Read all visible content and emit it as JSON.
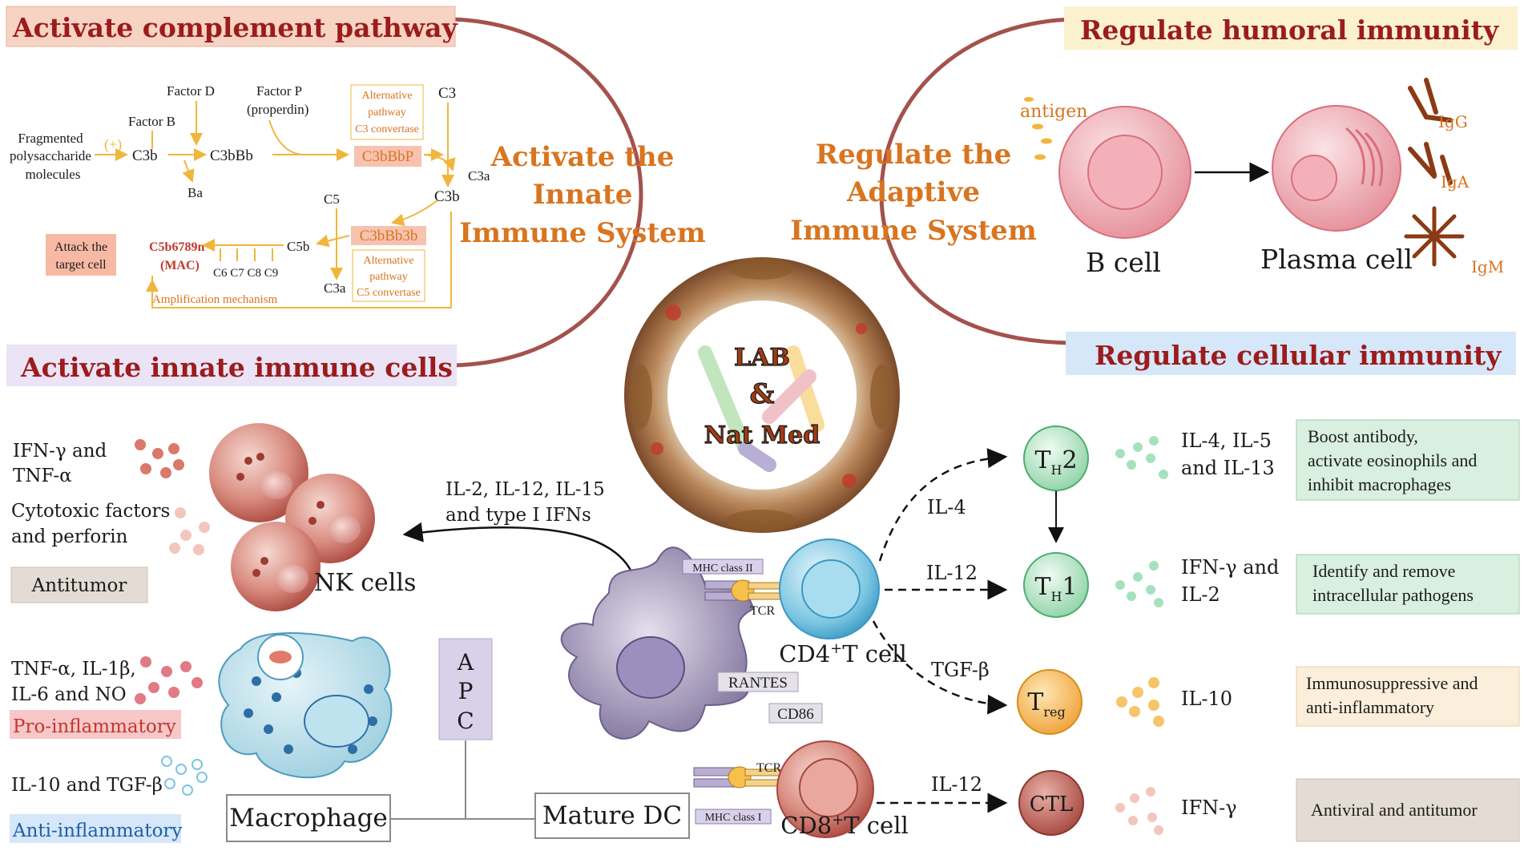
{
  "sections": {
    "complement_title": "Activate complement pathway",
    "humoral_title": "Regulate  humoral immunity",
    "innate_cells_title": "Activate innate immune cells",
    "cellular_title": "Regulate cellular immunity"
  },
  "center": {
    "innate_line1": "Activate the",
    "innate_line2": "Innate",
    "innate_line3": "Immune System",
    "adaptive_line1": "Regulate the",
    "adaptive_line2": "Adaptive",
    "adaptive_line3": "Immune System",
    "logo_lab": "LAB",
    "logo_amp": "&",
    "logo_natmed": "Nat Med"
  },
  "complement": {
    "fragmented_1": "Fragmented",
    "fragmented_2": "polysaccharide",
    "fragmented_3": "molecules",
    "plus": "(+)",
    "factor_b": "Factor B",
    "factor_d": "Factor D",
    "factor_p_1": "Factor P",
    "factor_p_2": "(properdin)",
    "c3b_a": "C3b",
    "c3bbb": "C3bBb",
    "ba": "Ba",
    "alt_c3_1": "Alternative",
    "alt_c3_2": "pathway",
    "alt_c3_3": "C3 convertase",
    "c3bbbp": "C3bBbP",
    "c3": "C3",
    "c3a_top": "C3a",
    "c3b_b": "C3b",
    "c5": "C5",
    "c3bbb3b": "C3bBb3b",
    "alt_c5_1": "Alternative",
    "alt_c5_2": "pathway",
    "alt_c5_3": "C5 convertase",
    "c5b": "C5b",
    "c3a_bottom": "C3a",
    "c5b6789n": "C5b6789n",
    "mac": "(MAC)",
    "c6789": "C6 C7 C8  C9",
    "attack_1": "Attack the",
    "attack_2": "target cell",
    "amplification": "Amplification mechanism"
  },
  "humoral": {
    "antigen": "antigen",
    "b_cell": "B cell",
    "plasma_cell": "Plasma cell",
    "igg": "IgG",
    "iga": "IgA",
    "igm": "IgM"
  },
  "innate_cells": {
    "ifn_tnf_1": "IFN-γ and",
    "ifn_tnf_2": "TNF-α",
    "cytotoxic_1": "Cytotoxic factors",
    "cytotoxic_2": "and perforin",
    "antitumor": "Antitumor",
    "nk_cells": "NK cells",
    "il_signal_1": "IL-2, IL-12, IL-15",
    "il_signal_2": "and type I IFNs",
    "proinf_cyto_1": "TNF-α, IL-1β,",
    "proinf_cyto_2": "IL-6 and NO",
    "pro_inflammatory": "Pro-inflammatory",
    "antiinf_cyto": "IL-10 and TGF-β",
    "anti_inflammatory": "Anti-inflammatory",
    "apc_a": "A",
    "apc_p": "P",
    "apc_c": "C",
    "macrophage": "Macrophage",
    "mature_dc": "Mature DC"
  },
  "dc": {
    "mhc2": "MHC class II",
    "tcr_top": "TCR",
    "rantes": "RANTES",
    "cd86": "CD86",
    "tcr_bottom": "TCR",
    "mhc1": "MHC class I"
  },
  "cellular": {
    "cd4_label": "CD4",
    "cd4_sup": "+",
    "cd4_suffix": "T cell",
    "cd8_label": "CD8",
    "cd8_sup": "+",
    "cd8_suffix": "T cell",
    "il4_arrow": "IL-4",
    "il12_arrow": "IL-12",
    "tgfb_arrow": "TGF-β",
    "il12_cd8": "IL-12",
    "th2_t": "T",
    "th2_sub": "H",
    "th2_num": "2",
    "th1_t": "T",
    "th1_sub": "H",
    "th1_num": "1",
    "treg_t": "T",
    "treg_sub": "reg",
    "ctl": "CTL",
    "th2_cyto_1": "IL-4, IL-5",
    "th2_cyto_2": "and IL-13",
    "th1_cyto_1": "IFN-γ and",
    "th1_cyto_2": "IL-2",
    "treg_cyto": "IL-10",
    "ctl_cyto": "IFN-γ",
    "th2_fx_1": "Boost antibody,",
    "th2_fx_2": "activate eosinophils and",
    "th2_fx_3": "inhibit macrophages",
    "th1_fx_1": "Identify and remove",
    "th1_fx_2": "intracellular pathogens",
    "treg_fx_1": "Immunosuppressive and",
    "treg_fx_2": "anti-inflammatory",
    "ctl_fx": "Antiviral and antitumor"
  },
  "colors": {
    "dark_red": "#9b1c1c",
    "orange_text": "#d9741f",
    "arc": "#a4524c",
    "complement_yellow": "#f0b63c",
    "pink_banner": "#f7d3c4",
    "cream_banner": "#fbf1cf",
    "lavender_banner": "#ebe3f6",
    "blue_banner": "#d5e7f8",
    "green_box": "#d9efdf",
    "cream_box": "#fbeedb",
    "tan_box": "#e4dcd4"
  }
}
